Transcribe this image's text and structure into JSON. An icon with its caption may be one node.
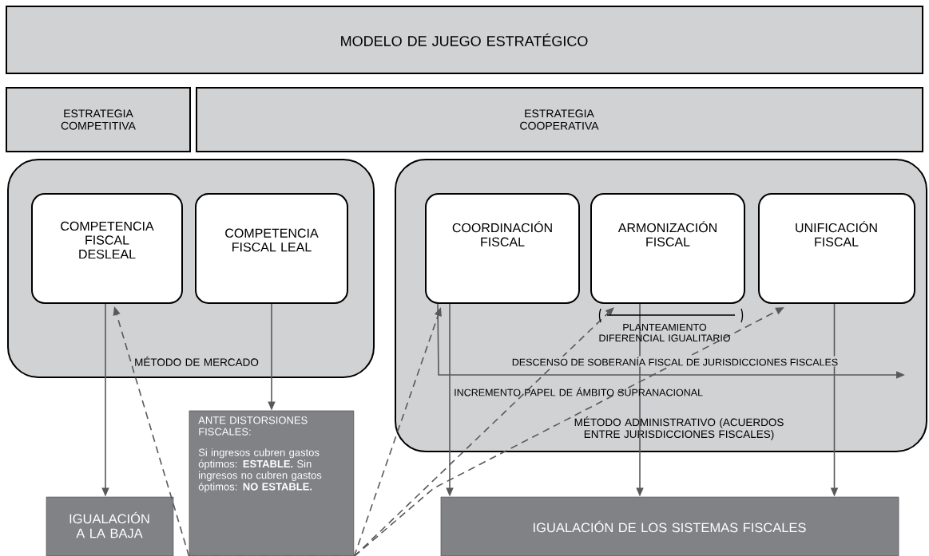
{
  "diagram": {
    "nodes": [
      {
        "text": [
          "MODELO DE JUEGO ESTRATÉGICO"
        ]
      },
      {
        "text": [
          "ESTRATEGIA COMPETITIVA"
        ]
      },
      {
        "text": [
          "ESTRATEGIA COOPERATIVA"
        ]
      },
      {
        "text": [
          "MÉTODO DE MERCADO"
        ]
      },
      {
        "text": [
          "COMPETENCIA FISCAL DESLEAL"
        ],
        "in": 3
      },
      {
        "text": [
          "COMPETENCIA FISCAL LEAL"
        ],
        "in": 3
      },
      {
        "text": [
          "MÉTODO ADMINISTRATIVO (ACUERDOS ENTRE JURISDICCIONES FISCALES)"
        ]
      },
      {
        "text": [
          "COORDINACIÓN FISCAL"
        ],
        "in": 6
      },
      {
        "text": [
          "ARMONIZACIÓN FISCAL"
        ],
        "in": 6
      },
      {
        "text": [
          "UNIFICACIÓN FISCAL"
        ],
        "in": 6
      },
      {
        "text": [
          "IGUALACIÓN A LA BAJA"
        ]
      },
      {
        "text": [
          "ANTE DISTORSIONES FISCALES:",
          "Si ingresos cubren gastos óptimos: **ESTABLE.** Sin ingresos no cubren gastos óptimos: **NO ESTABLE.**"
        ]
      },
      {
        "text": [
          "IGUALACIÓN DE LOS SISTEMAS FISCALES"
        ]
      }
    ],
    "edges": [
      {
        "from": 4,
        "to": 10,
        "arrow": "to"
      },
      {
        "from": 5,
        "to": 11,
        "arrow": "to"
      },
      {
        "from": 7,
        "to": 12,
        "arrow": "to"
      },
      {
        "from": 8,
        "to": 12,
        "arrow": "to"
      },
      {
        "from": 9,
        "to": 12,
        "arrow": "to"
      },
      {
        "from": 11,
        "to": 4,
        "arrow": "to",
        "style": "dashed"
      },
      {
        "from": 11,
        "to": 7,
        "arrow": "to",
        "style": "dashed"
      },
      {
        "from": 11,
        "to": 8,
        "arrow": "to",
        "style": "dashed"
      },
      {
        "from": 11,
        "to": 9,
        "arrow": "to",
        "style": "dashed"
      },
      {
        "from": 7,
        "to": null,
        "arrow": "to",
        "label": "DESCENSO DE SOBERANÍA FISCAL DE JURISDICCIONES FISCALES"
      }
    ],
    "labels": [
      "PLANTEAMIENTO DIFERENCIAL IGUALITARIO",
      "INCREMENTO PAPEL DE ÁMBITO SUPRANACIONAL"
    ]
  }
}
